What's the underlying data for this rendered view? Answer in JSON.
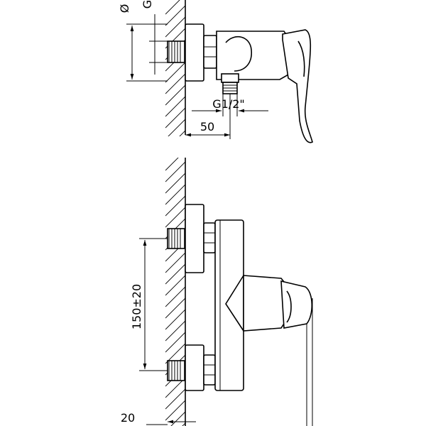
{
  "drawing": {
    "top_view": {
      "label_diameter_partial": "Ø",
      "label_g_partial": "G",
      "label_thread": "G1/2\"",
      "label_depth": "50"
    },
    "front_view": {
      "label_center_distance": "150±20",
      "label_bottom": "20"
    }
  }
}
